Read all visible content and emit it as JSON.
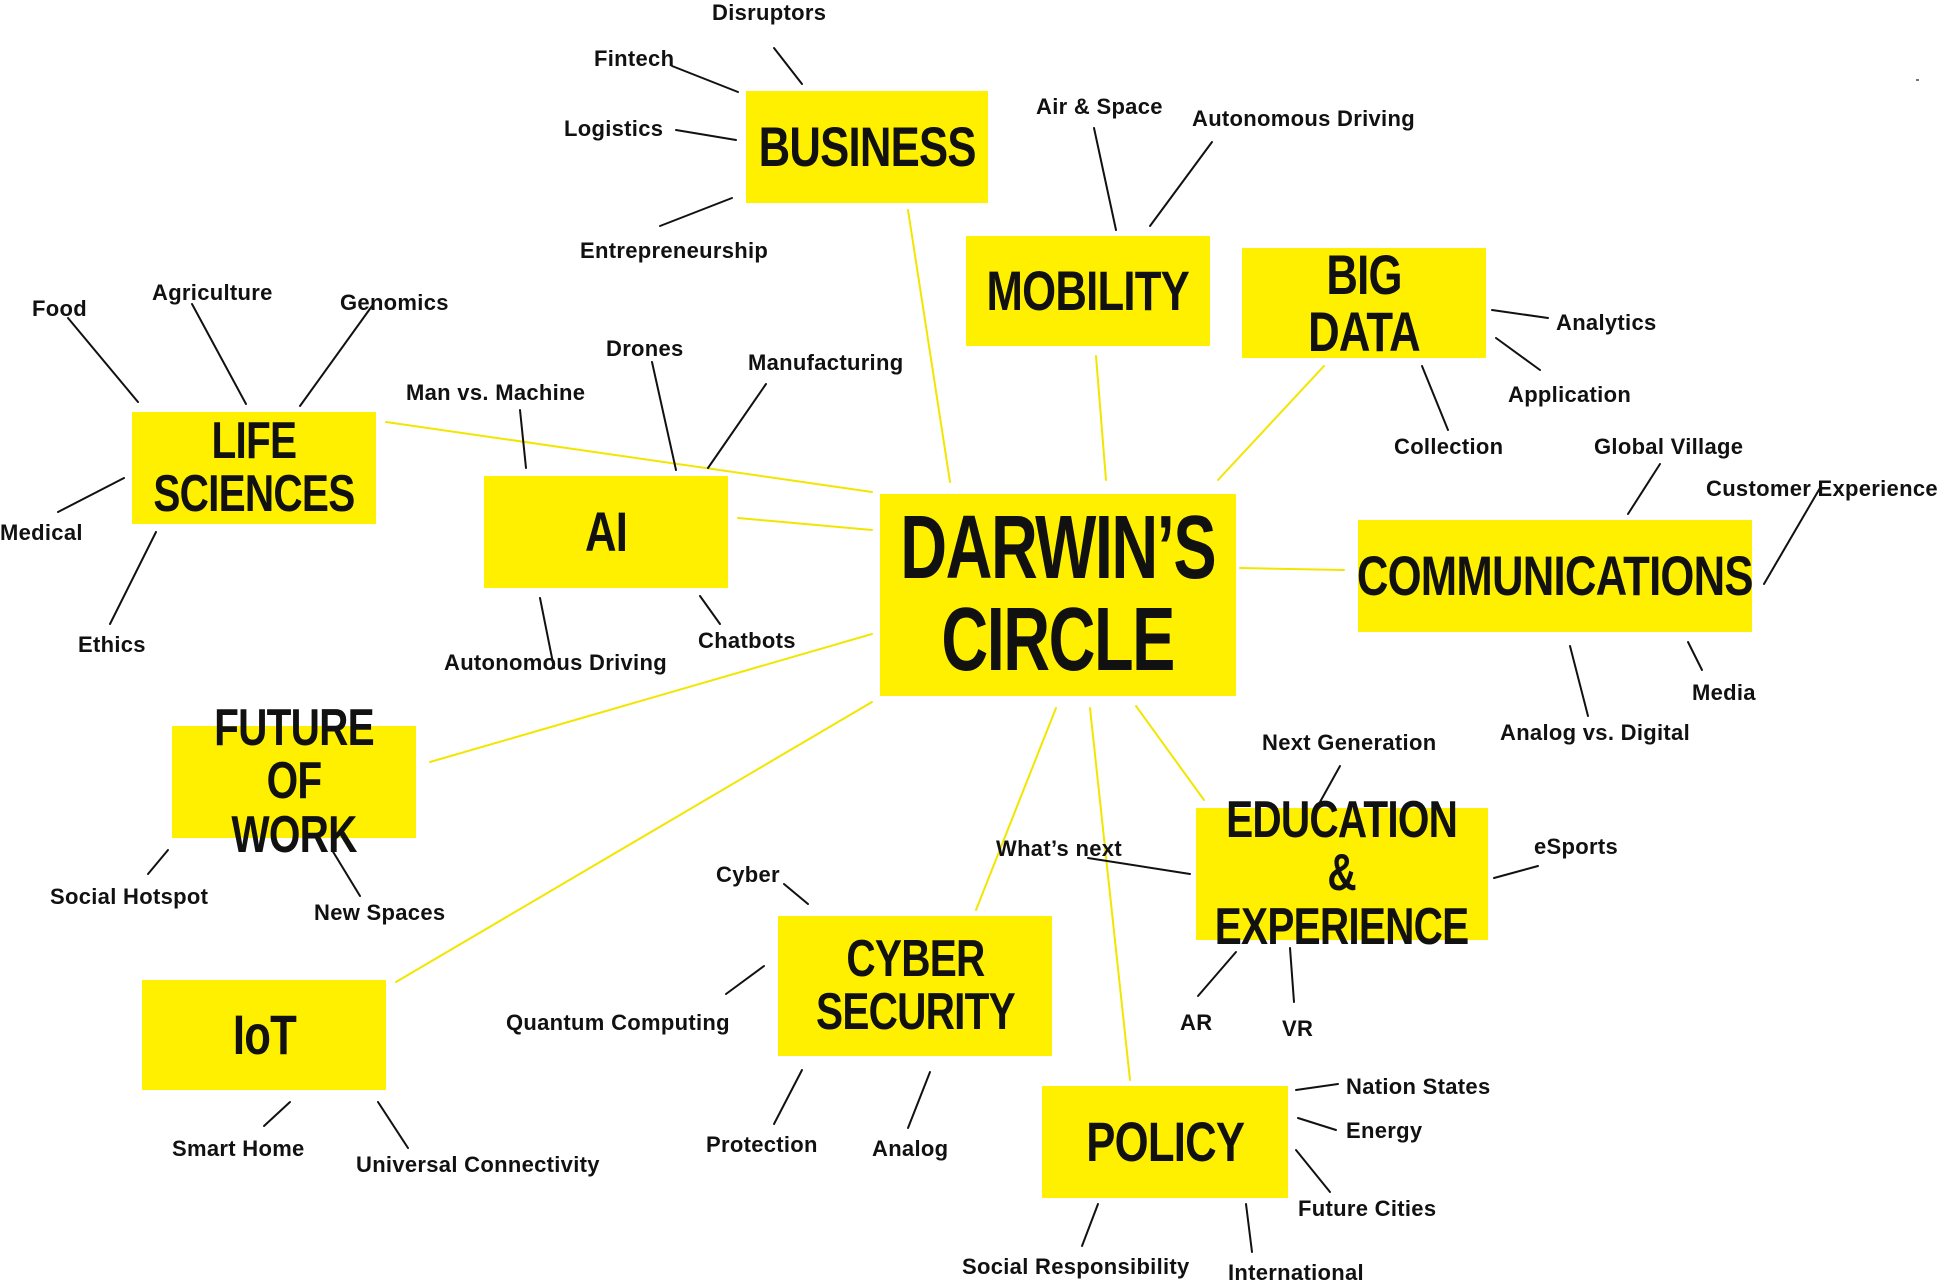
{
  "center": "DARWIN’S\nCIRCLE",
  "topics": {
    "business": "BUSINESS",
    "mobility": "MOBILITY",
    "big_data": "BIG DATA",
    "life_sciences": "LIFE\nSCIENCES",
    "ai": "AI",
    "communications": "COMMUNICATIONS",
    "future_of_work": "FUTURE OF\nWORK",
    "education": "EDUCATION &\nEXPERIENCE",
    "iot": "IoT",
    "cyber_security": "CYBER\nSECURITY",
    "policy": "POLICY"
  },
  "subtopics": {
    "business": [
      "Disruptors",
      "Fintech",
      "Logistics",
      "Entrepreneurship"
    ],
    "mobility": [
      "Air & Space",
      "Autonomous Driving"
    ],
    "big_data": [
      "Analytics",
      "Application",
      "Collection"
    ],
    "life_sciences": [
      "Food",
      "Agriculture",
      "Genomics",
      "Medical",
      "Ethics"
    ],
    "ai": [
      "Man vs. Machine",
      "Drones",
      "Manufacturing",
      "Autonomous Driving",
      "Chatbots"
    ],
    "communications": [
      "Global Village",
      "Customer Experience",
      "Media",
      "Analog vs. Digital"
    ],
    "future_of_work": [
      "Social Hotspot",
      "New Spaces"
    ],
    "education": [
      "Next Generation",
      "What’s next",
      "eSports",
      "AR",
      "VR"
    ],
    "iot": [
      "Smart Home",
      "Universal Connectivity"
    ],
    "cyber_security": [
      "Cyber",
      "Quantum Computing",
      "Protection",
      "Analog"
    ],
    "policy": [
      "Nation States",
      "Energy",
      "Future Cities",
      "Social Responsibility",
      "International"
    ]
  },
  "colors": {
    "box_fill": "#fff000",
    "hub_line": "#f2e600",
    "leaf_line": "#111111",
    "text": "#111111"
  }
}
